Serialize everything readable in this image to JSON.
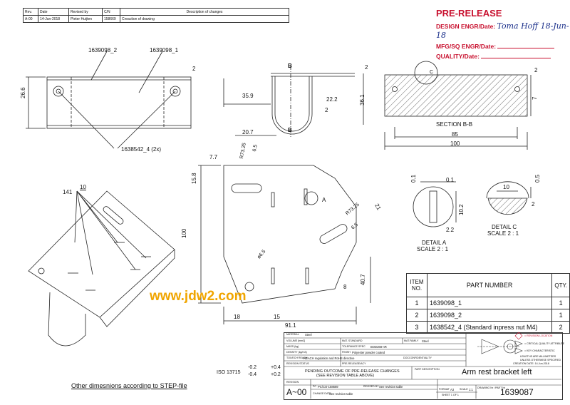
{
  "revision_table": {
    "headers": [
      "Rev.",
      "Date",
      "Revised by",
      "C/N",
      "Description of changes"
    ],
    "rows": [
      [
        "A-00",
        "14-Jun-2018",
        "Pieter Huijten",
        "158669",
        "Creaction of drawing"
      ]
    ]
  },
  "prerelease": {
    "title": "PRE-RELEASE",
    "design_engr_label": "DESIGN ENGR/Date:",
    "design_engr_signature": "Toma Hoff 18-Jun-18",
    "mfg_sq_label": "MFG/SQ ENGR/Date:",
    "quality_label": "QUALITY/Date:"
  },
  "views": {
    "top_labels": [
      "1639098_2",
      "1639098_1"
    ],
    "callout_nut": "1638542_4 (2x)",
    "balloon": "141",
    "balloon_count": "10",
    "section_label": "SECTION B-B",
    "section_marker": "B",
    "detail_c_marker": "C",
    "detail_a_marker": "A",
    "detail_a_label": "DETAIL A",
    "detail_a_scale": "SCALE 2 : 1",
    "detail_c_label": "DETAIL C",
    "detail_c_scale": "SCALE 2 : 1",
    "watermark": "www.jdw2.com",
    "other_note": "Other dimesnions according to STEP-file"
  },
  "dimensions": {
    "top_26_6": "26.6",
    "top_2": "2",
    "side_35_9": "35.9",
    "side_22_2": "22.2",
    "side_2": "2",
    "side_36_1": "36.1",
    "sec_2": "2",
    "sec_85": "85",
    "sec_100": "100",
    "sec_7": "7",
    "front_20_7": "20.7",
    "front_r73_25": "R73.25",
    "front_6_5a": "6.5",
    "front_7_7": "7.7",
    "front_15_8": "15.8",
    "front_100": "100",
    "front_r73_25b": "R73.25",
    "front_6_5b": "6.5",
    "front_21": "21",
    "front_dia6_5": "ø6.5",
    "front_8": "8",
    "front_40_7": "40.7",
    "front_18": "18",
    "front_15": "15",
    "front_91_1": "91.1",
    "da_0_1a": "0.1",
    "da_0_1b": "0.1",
    "da_10_2": "10.2",
    "da_2_2": "2.2",
    "dc_10": "10",
    "dc_0_5": "0.5",
    "dc_2": "2"
  },
  "parts_list": {
    "headers": [
      "ITEM NO.",
      "PART NUMBER",
      "QTY."
    ],
    "rows": [
      [
        "1",
        "1639098_1",
        "1"
      ],
      [
        "2",
        "1639098_2",
        "1"
      ],
      [
        "3",
        "1638542_4 (Standard inpress nut M4)",
        "2"
      ]
    ]
  },
  "title_block": {
    "material_label": "MATERIAL",
    "material": "Steel",
    "volume_label": "VOLUME [mm3]",
    "mat_standard_label": "MAT. STANDARD",
    "mat_family_label": "MAT.FAMILY",
    "mat_family": "Steel",
    "mass_label": "MASS (kg)",
    "tol_spec_label": "TOLERANCE SPEC",
    "tol_spec": "BOD268-nR",
    "density_label": "DENSITY (kg/m3)",
    "finish_label": "FINISH",
    "finish": "Polyester powder coated",
    "tox_label": "TOX/ECH REACH",
    "tox": "REACH regulation and RoHS directive",
    "docconf_label": "DOCCONFIDENTIALITY",
    "revision_status_label": "REVISION STATUS",
    "pre_release_label": "PRE-RELEASE/ACY",
    "pending": "PENDING OUTCOME OF PRE-RELEASE CHANGES",
    "see_revision": "(SEE REVISION TABLE ABOVE)",
    "part_desc_label": "PART DESCRIPTION",
    "part_desc": "Arm rest bracket left",
    "revision_label": "REVISION",
    "revision": "A~00",
    "pc_label": "PC",
    "pc": "PC/CO-158669",
    "revised_by_label": "REVISED BY",
    "revised_by": "See revision table",
    "change_date_label": "CHANGE DATE",
    "change_date": "See revision table",
    "format_label": "FORMAT",
    "format": "A3",
    "scale_label": "SCALE",
    "scale": "1:1",
    "sheet": "SHEET 1 OF 1",
    "drawing_no_label": "DRAWING Nr / PART Nr",
    "drawing_no": "1639087",
    "creation_date": "CREATION DATE: 14-Jun-2018",
    "iso": "ISO 13715",
    "iso_tol_a": "-0.2",
    "iso_tol_b": "-0.4",
    "iso_tol_c": "+0.4",
    "iso_tol_d": "+0.2",
    "legend_rev": "= REVISION LOCATION",
    "legend_critical": "= CRITICAL QUALITY ATTRIBUTE",
    "legend_key": "= KEY CHARACTERISTIC",
    "units_note_1": "LENGTHS ARE MILLIMETERS",
    "units_note_2": "UNLESS OTHERWISE SPECIFIED"
  }
}
